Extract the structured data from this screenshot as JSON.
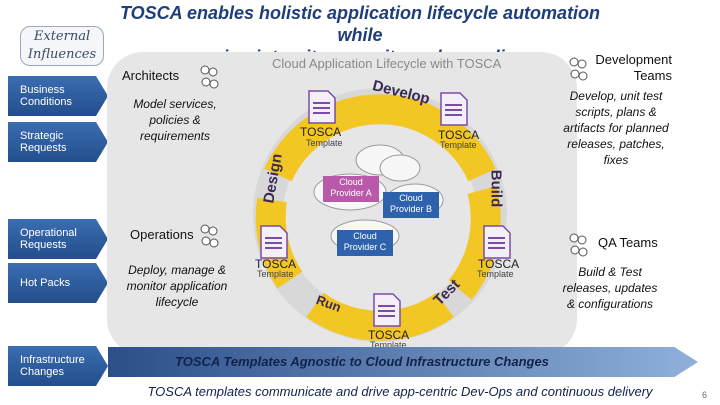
{
  "title_line1": "TOSCA enables holistic application lifecycle automation while",
  "title_line2": "ensuring integrity, security and compliance",
  "external_influences": "External Influences",
  "influences": [
    "Business Conditions",
    "Strategic Requests",
    "Operational Requests",
    "Hot Packs",
    "Infrastructure Changes"
  ],
  "panel_header": "Cloud Application Lifecycle with TOSCA",
  "architects": {
    "label": "Architects",
    "desc": "Model services, policies & requirements"
  },
  "operations": {
    "label": "Operations",
    "desc": "Deploy, manage & monitor application lifecycle"
  },
  "development": {
    "label": "Development Teams",
    "desc": "Develop, unit test scripts, plans & artifacts for planned releases, patches, fixes"
  },
  "qa": {
    "label": "QA Teams",
    "desc": "Build & Test releases, updates & configurations"
  },
  "cycle_labels": {
    "develop": "Develop",
    "build": "Build",
    "test": "Test",
    "run": "Run",
    "design": "Design"
  },
  "tosca": "TOSCA",
  "template": "Template",
  "clouds": [
    "Cloud Provider A",
    "Cloud Provider B",
    "Cloud Provider C"
  ],
  "bottom_banner": "TOSCA Templates Agnostic to Cloud Infrastructure Changes",
  "footer": "TOSCA templates communicate and drive app-centric Dev-Ops and continuous delivery",
  "page_number": "6",
  "colors": {
    "title": "#1f3d7a",
    "arrow_blue": "#2a5a9e",
    "ring_yellow": "#f2c623",
    "cloud_purple": "#b85aa9",
    "cloud_blue": "#2f62ad",
    "doc_purple": "#7d4aa8"
  }
}
